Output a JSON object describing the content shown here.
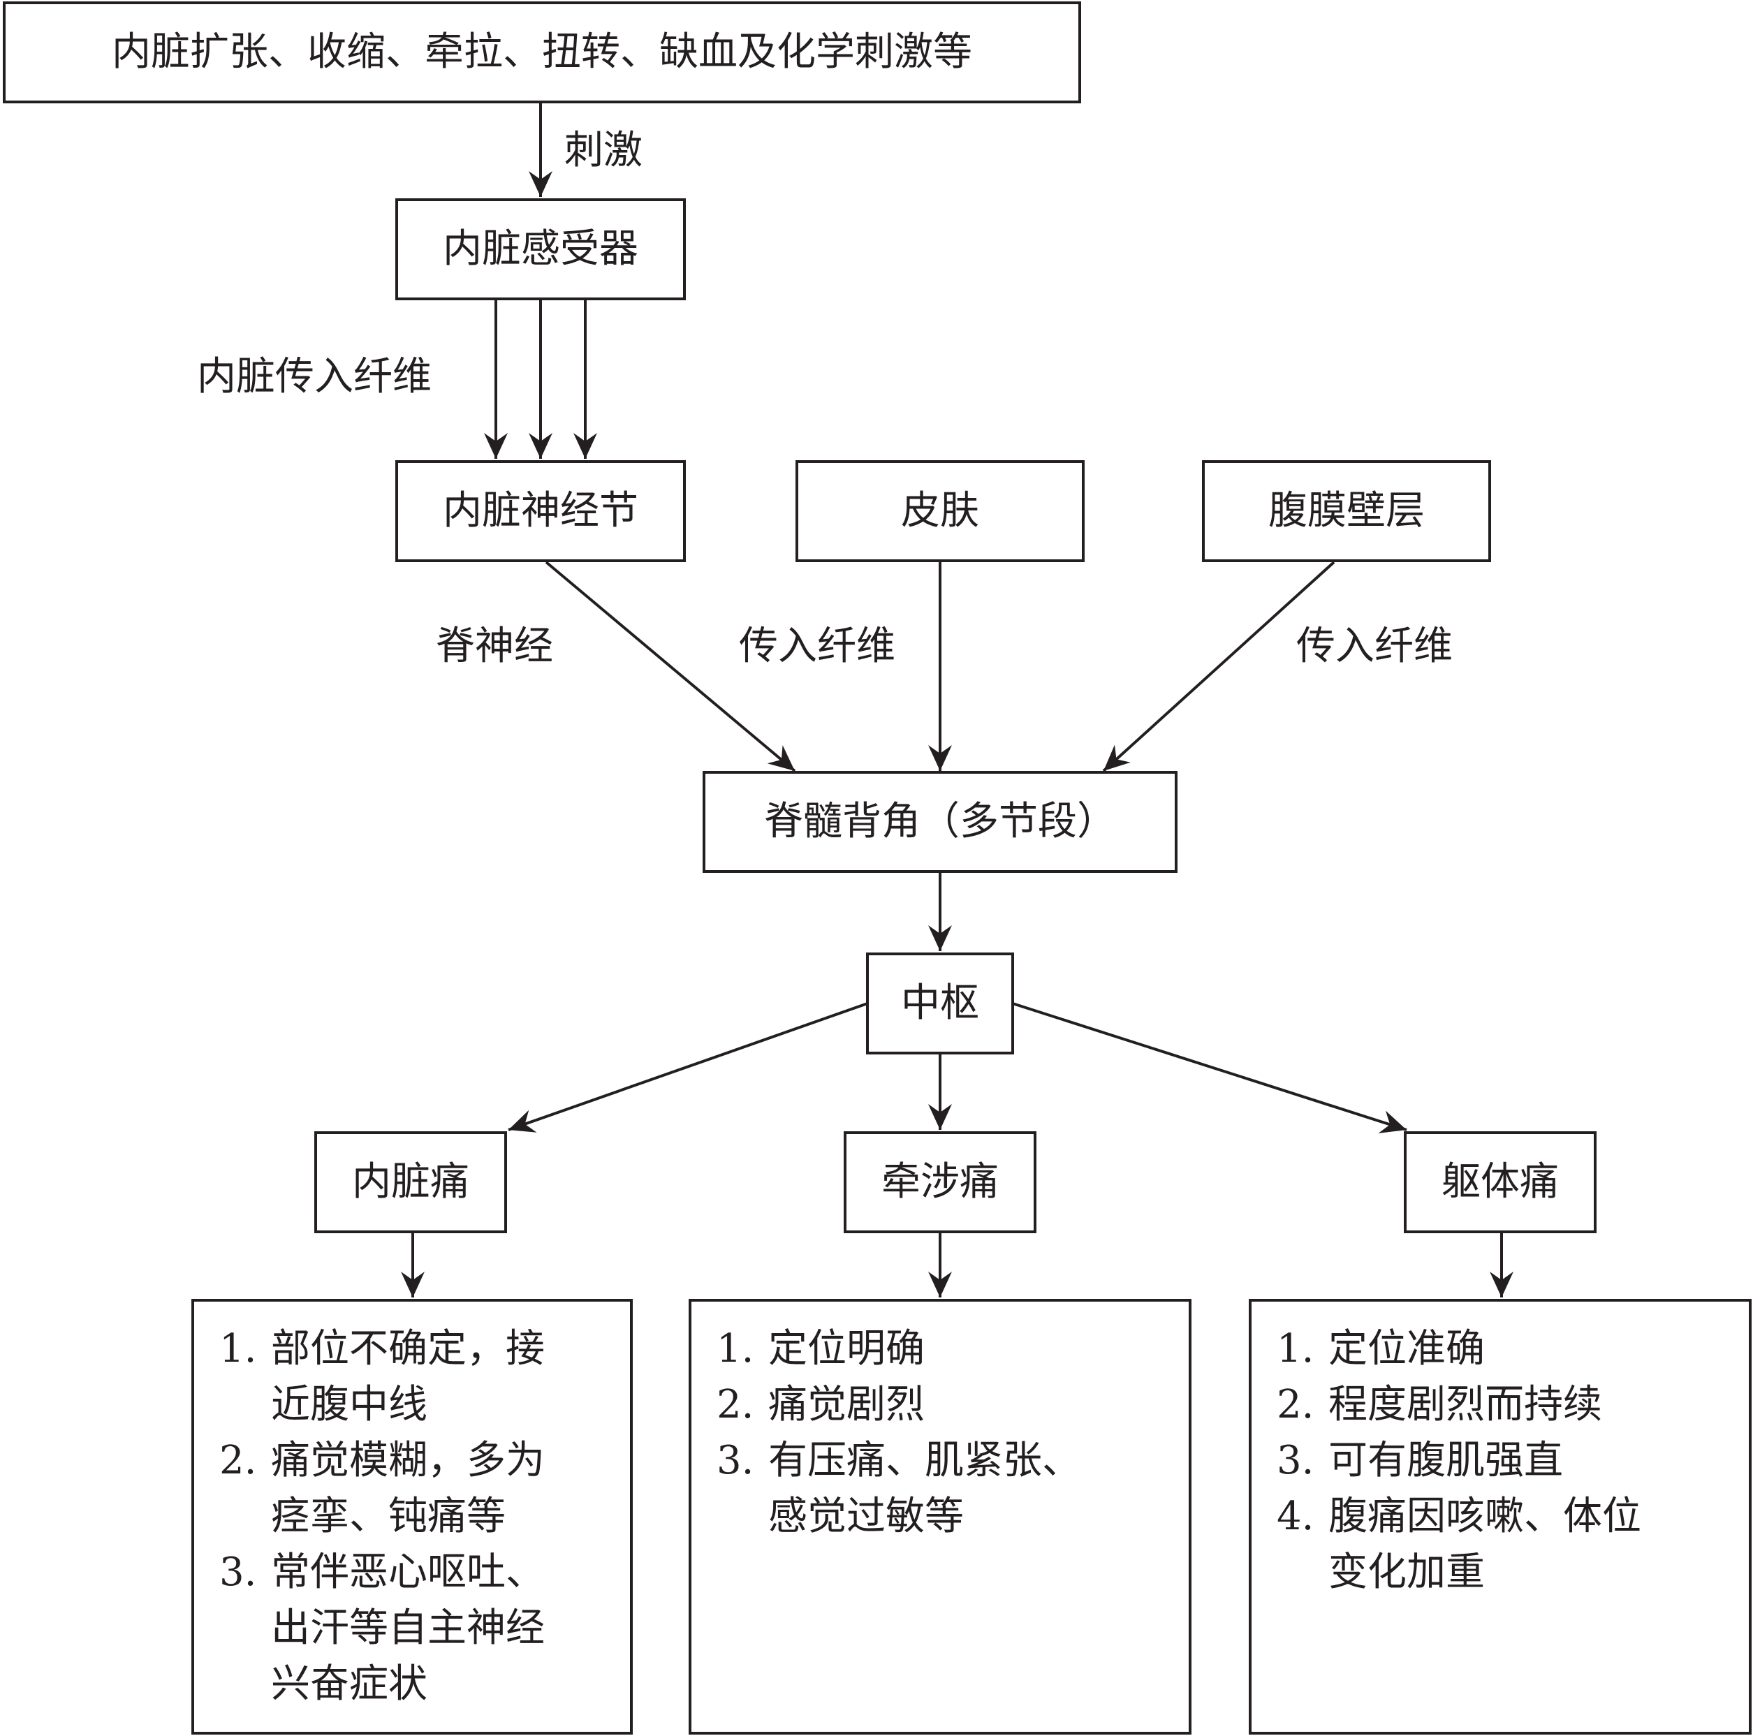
{
  "nodes": {
    "stimulus": "内脏扩张、收缩、牵拉、扭转、缺血及化学刺激等",
    "receptor": "内脏感受器",
    "ganglion": "内脏神经节",
    "skin": "皮肤",
    "peritoneum": "腹膜壁层",
    "dorsal_horn": "脊髓背角（多节段）",
    "center": "中枢",
    "visceral_pain": "内脏痛",
    "referred_pain": "牵涉痛",
    "somatic_pain": "躯体痛"
  },
  "edge_labels": {
    "stimulation": "刺激",
    "visceral_afferent": "内脏传入纤维",
    "spinal_nerve": "脊神经",
    "skin_afferent": "传入纤维",
    "peritoneum_afferent": "传入纤维"
  },
  "features": {
    "visceral": [
      {
        "n": "1.",
        "text": "部位不确定，接\n近腹中线"
      },
      {
        "n": "2.",
        "text": "痛觉模糊，多为\n痉挛、钝痛等"
      },
      {
        "n": "3.",
        "text": "常伴恶心呕吐、\n出汗等自主神经\n兴奋症状"
      }
    ],
    "referred": [
      {
        "n": "1.",
        "text": "定位明确"
      },
      {
        "n": "2.",
        "text": "痛觉剧烈"
      },
      {
        "n": "3.",
        "text": "有压痛、肌紧张、\n感觉过敏等"
      }
    ],
    "somatic": [
      {
        "n": "1.",
        "text": "定位准确"
      },
      {
        "n": "2.",
        "text": "程度剧烈而持续"
      },
      {
        "n": "3.",
        "text": "可有腹肌强直"
      },
      {
        "n": "4.",
        "text": "腹痛因咳嗽、体位\n变化加重"
      }
    ]
  }
}
